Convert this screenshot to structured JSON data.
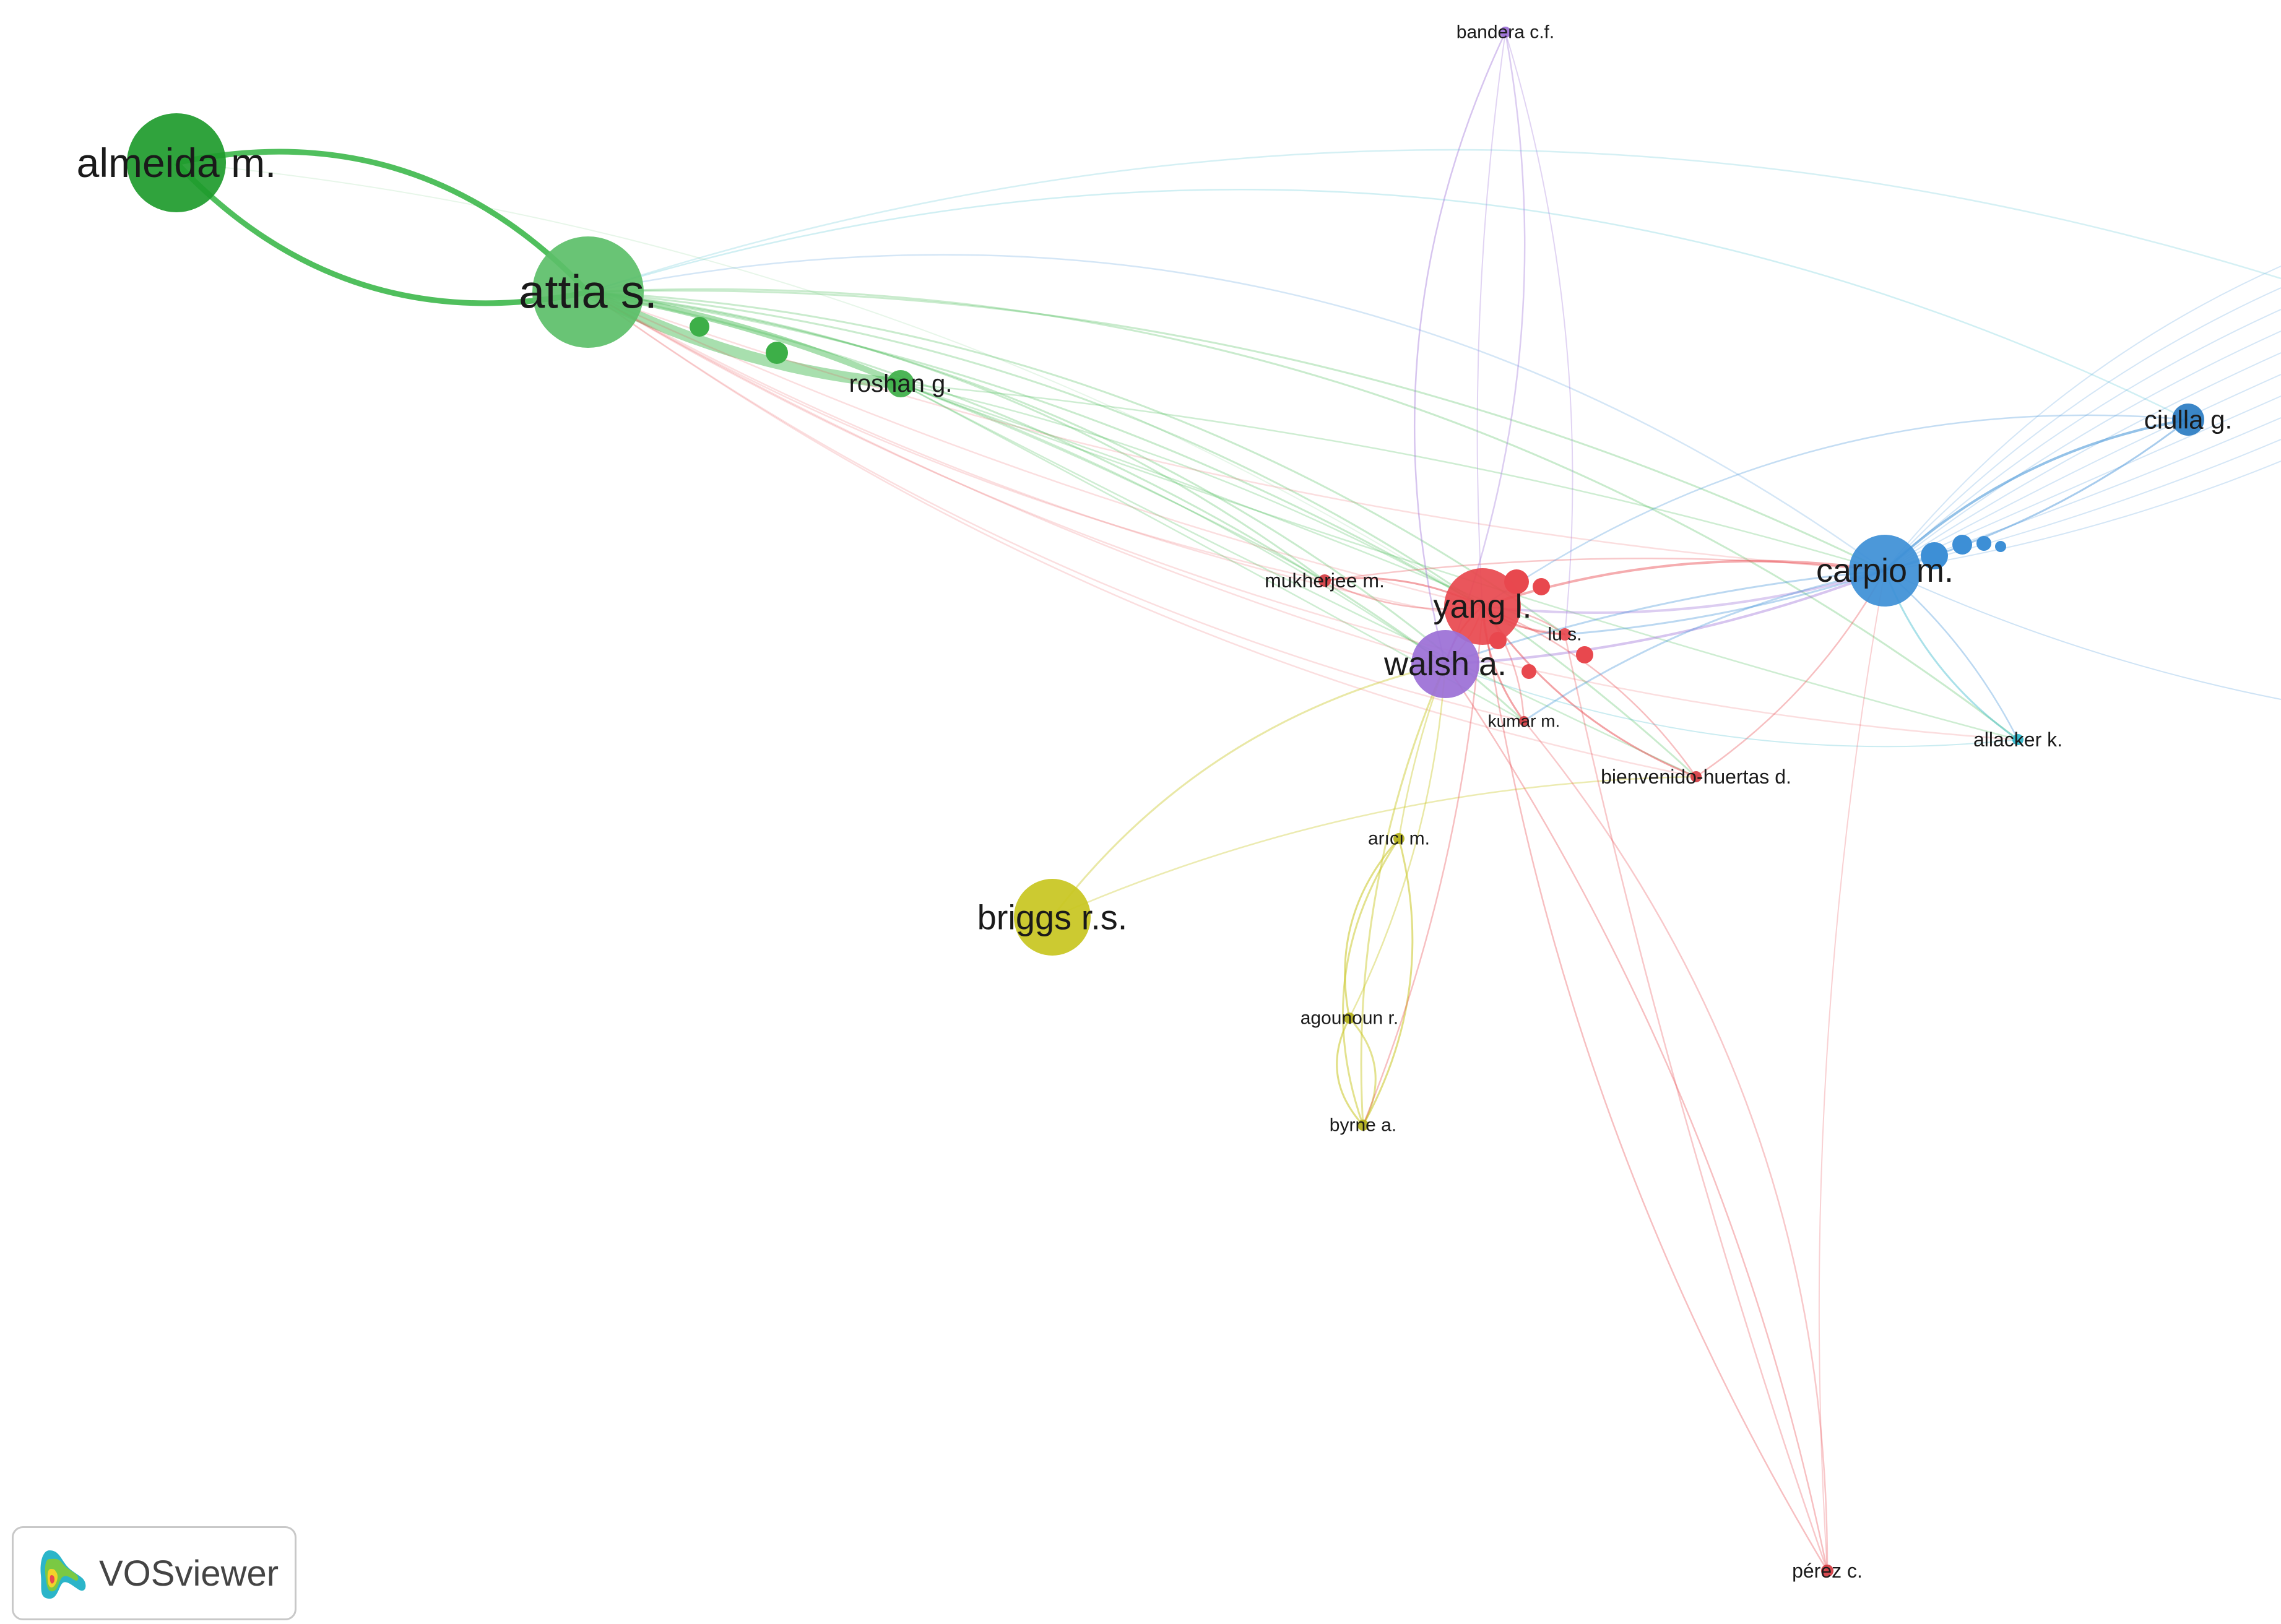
{
  "app": {
    "logo_text": "VOSviewer"
  },
  "colors": {
    "red": "#e8484e",
    "green": "#3db84b",
    "blue": "#3d8fd6",
    "yellow": "#c8c520",
    "purple": "#9b6fd6",
    "cyan": "#2bb5c9"
  },
  "nodes": [
    {
      "id": "almeida",
      "label": "almeida m.",
      "cluster": "green",
      "weight": 100,
      "shade": "#1e9b2c"
    },
    {
      "id": "attia",
      "label": "attia s.",
      "cluster": "green",
      "weight": 110,
      "shade": "#5cbf69"
    },
    {
      "id": "roshan",
      "label": "roshan g.",
      "cluster": "green",
      "weight": 12,
      "shade": "#3daf48"
    },
    {
      "id": "yang",
      "label": "yang l.",
      "cluster": "red",
      "weight": 60,
      "shade": "#e8484e"
    },
    {
      "id": "walsh",
      "label": "walsh a.",
      "cluster": "purple",
      "weight": 50,
      "shade": "#9b6fd6"
    },
    {
      "id": "carpio",
      "label": "carpio m.",
      "cluster": "blue",
      "weight": 55,
      "shade": "#3d8fd6"
    },
    {
      "id": "ciulla",
      "label": "ciulla g.",
      "cluster": "blue",
      "weight": 15,
      "shade": "#2a7cc2"
    },
    {
      "id": "briggs",
      "label": "briggs r.s.",
      "cluster": "yellow",
      "weight": 75,
      "shade": "#c8c520"
    },
    {
      "id": "bandera",
      "label": "bandera c.f.",
      "cluster": "purple",
      "weight": 2,
      "shade": "#9b6fd6"
    },
    {
      "id": "mukherjee",
      "label": "mukherjee m.",
      "cluster": "red",
      "weight": 3,
      "shade": "#d43c42"
    },
    {
      "id": "lus",
      "label": "lu s.",
      "cluster": "red",
      "weight": 3,
      "shade": "#e8484e"
    },
    {
      "id": "kumar",
      "label": "kumar m.",
      "cluster": "red",
      "weight": 2,
      "shade": "#d43c42"
    },
    {
      "id": "bienvenido",
      "label": "bienvenido-huertas d.",
      "cluster": "red",
      "weight": 2,
      "shade": "#d43c42"
    },
    {
      "id": "allacker",
      "label": "allacker k.",
      "cluster": "cyan",
      "weight": 2,
      "shade": "#2bb5c9"
    },
    {
      "id": "arici",
      "label": "arıcı m.",
      "cluster": "yellow",
      "weight": 2,
      "shade": "#b3b01a"
    },
    {
      "id": "agounoun",
      "label": "agounoun r.",
      "cluster": "yellow",
      "weight": 2,
      "shade": "#b3b01a"
    },
    {
      "id": "byrne",
      "label": "byrne a.",
      "cluster": "yellow",
      "weight": 2,
      "shade": "#b3b01a"
    },
    {
      "id": "perez",
      "label": "pérez c.",
      "cluster": "red",
      "weight": 2,
      "shade": "#d43c42"
    }
  ]
}
